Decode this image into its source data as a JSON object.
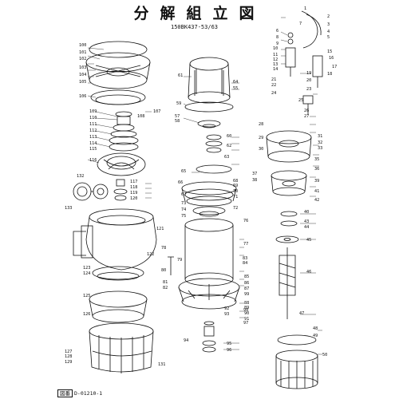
{
  "title": "分解組立図",
  "model": "150BK437-53/63",
  "drawing_number": {
    "prefix": "図番",
    "number": "D-01210-1"
  },
  "part_labels": [
    {
      "id": "l1",
      "text": "1"
    },
    {
      "id": "l2",
      "text": "2"
    },
    {
      "id": "l3",
      "text": "3"
    },
    {
      "id": "l4",
      "text": "4"
    },
    {
      "id": "l5",
      "text": "5"
    },
    {
      "id": "l6",
      "text": "6"
    },
    {
      "id": "l7",
      "text": "7"
    },
    {
      "id": "l8",
      "text": "8"
    },
    {
      "id": "l9",
      "text": "9"
    },
    {
      "id": "l10",
      "text": "10"
    },
    {
      "id": "l11",
      "text": "11"
    },
    {
      "id": "l12",
      "text": "12"
    },
    {
      "id": "l13",
      "text": "13"
    },
    {
      "id": "l14",
      "text": "14"
    },
    {
      "id": "l15",
      "text": "15"
    },
    {
      "id": "l16",
      "text": "16"
    },
    {
      "id": "l17",
      "text": "17"
    },
    {
      "id": "l18",
      "text": "18"
    },
    {
      "id": "l19",
      "text": "19"
    },
    {
      "id": "l20",
      "text": "20"
    },
    {
      "id": "l21",
      "text": "21"
    },
    {
      "id": "l22",
      "text": "22"
    },
    {
      "id": "l23",
      "text": "23"
    },
    {
      "id": "l24",
      "text": "24"
    },
    {
      "id": "l25",
      "text": "25"
    },
    {
      "id": "l26",
      "text": "26"
    },
    {
      "id": "l27",
      "text": "27"
    },
    {
      "id": "l28",
      "text": "28"
    },
    {
      "id": "l29",
      "text": "29"
    },
    {
      "id": "l30",
      "text": "30"
    },
    {
      "id": "l31",
      "text": "31"
    },
    {
      "id": "l32",
      "text": "32"
    },
    {
      "id": "l33",
      "text": "33"
    },
    {
      "id": "l35",
      "text": "35"
    },
    {
      "id": "l36",
      "text": "36"
    },
    {
      "id": "l37",
      "text": "37"
    },
    {
      "id": "l38",
      "text": "38"
    },
    {
      "id": "l39",
      "text": "39"
    },
    {
      "id": "l40",
      "text": "40"
    },
    {
      "id": "l41",
      "text": "41"
    },
    {
      "id": "l42",
      "text": "42"
    },
    {
      "id": "l43",
      "text": "43"
    },
    {
      "id": "l44",
      "text": "44"
    },
    {
      "id": "l45",
      "text": "45"
    },
    {
      "id": "l46",
      "text": "46"
    },
    {
      "id": "l47",
      "text": "47"
    },
    {
      "id": "l48",
      "text": "48"
    },
    {
      "id": "l49",
      "text": "49"
    },
    {
      "id": "l50",
      "text": "50"
    },
    {
      "id": "l55",
      "text": "55"
    },
    {
      "id": "l57",
      "text": "57"
    },
    {
      "id": "l58",
      "text": "58"
    },
    {
      "id": "l59",
      "text": "59"
    },
    {
      "id": "l60",
      "text": "60"
    },
    {
      "id": "l61",
      "text": "61"
    },
    {
      "id": "l62",
      "text": "62"
    },
    {
      "id": "l63",
      "text": "63"
    },
    {
      "id": "l64",
      "text": "64"
    },
    {
      "id": "l65",
      "text": "65"
    },
    {
      "id": "l66",
      "text": "66"
    },
    {
      "id": "l67",
      "text": "67"
    },
    {
      "id": "l68",
      "text": "68"
    },
    {
      "id": "l69",
      "text": "69"
    },
    {
      "id": "l70",
      "text": "70"
    },
    {
      "id": "l71",
      "text": "71"
    },
    {
      "id": "l72",
      "text": "72"
    },
    {
      "id": "l73",
      "text": "73"
    },
    {
      "id": "l74",
      "text": "74"
    },
    {
      "id": "l75",
      "text": "75"
    },
    {
      "id": "l76",
      "text": "76"
    },
    {
      "id": "l77",
      "text": "77"
    },
    {
      "id": "l78",
      "text": "78"
    },
    {
      "id": "l79",
      "text": "79"
    },
    {
      "id": "l80",
      "text": "80"
    },
    {
      "id": "l81",
      "text": "81"
    },
    {
      "id": "l82",
      "text": "82"
    },
    {
      "id": "l83",
      "text": "83"
    },
    {
      "id": "l84",
      "text": "84"
    },
    {
      "id": "l85",
      "text": "85"
    },
    {
      "id": "l86",
      "text": "86"
    },
    {
      "id": "l87",
      "text": "87"
    },
    {
      "id": "l88",
      "text": "88"
    },
    {
      "id": "l89",
      "text": "89"
    },
    {
      "id": "l90",
      "text": "90"
    },
    {
      "id": "l91",
      "text": "91"
    },
    {
      "id": "l92",
      "text": "92"
    },
    {
      "id": "l93",
      "text": "93"
    },
    {
      "id": "l94",
      "text": "94"
    },
    {
      "id": "l95",
      "text": "95"
    },
    {
      "id": "l96",
      "text": "96"
    },
    {
      "id": "l97",
      "text": "97"
    },
    {
      "id": "l98",
      "text": "98"
    },
    {
      "id": "l99",
      "text": "99"
    },
    {
      "id": "l100",
      "text": "100"
    },
    {
      "id": "l101",
      "text": "101"
    },
    {
      "id": "l102",
      "text": "102"
    },
    {
      "id": "l103",
      "text": "103"
    },
    {
      "id": "l104",
      "text": "104"
    },
    {
      "id": "l105",
      "text": "105"
    },
    {
      "id": "l106",
      "text": "106"
    },
    {
      "id": "l107",
      "text": "107"
    },
    {
      "id": "l108",
      "text": "108"
    },
    {
      "id": "l109",
      "text": "109"
    },
    {
      "id": "l110",
      "text": "110"
    },
    {
      "id": "l111",
      "text": "111"
    },
    {
      "id": "l112",
      "text": "112"
    },
    {
      "id": "l113",
      "text": "113"
    },
    {
      "id": "l114",
      "text": "114"
    },
    {
      "id": "l115",
      "text": "115"
    },
    {
      "id": "l116",
      "text": "116"
    },
    {
      "id": "l117",
      "text": "117"
    },
    {
      "id": "l118",
      "text": "118"
    },
    {
      "id": "l119",
      "text": "119"
    },
    {
      "id": "l120",
      "text": "120"
    },
    {
      "id": "l121",
      "text": "121"
    },
    {
      "id": "l122",
      "text": "122"
    },
    {
      "id": "l123",
      "text": "123"
    },
    {
      "id": "l124",
      "text": "124"
    },
    {
      "id": "l125",
      "text": "125"
    },
    {
      "id": "l126",
      "text": "126"
    },
    {
      "id": "l127",
      "text": "127"
    },
    {
      "id": "l128",
      "text": "128"
    },
    {
      "id": "l129",
      "text": "129"
    },
    {
      "id": "l131",
      "text": "131"
    },
    {
      "id": "l132",
      "text": "132"
    },
    {
      "id": "l133",
      "text": "133"
    }
  ],
  "line_color": "#111111"
}
